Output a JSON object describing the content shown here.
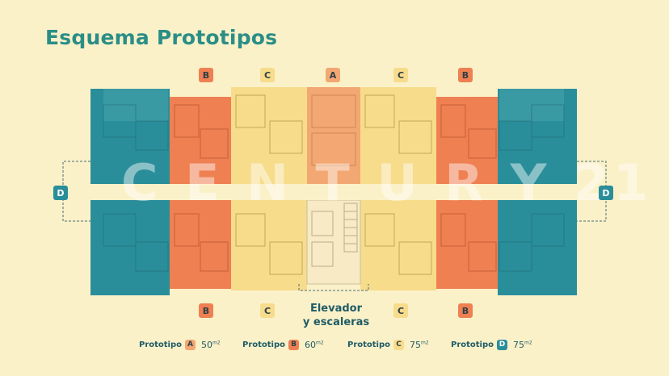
{
  "title": "Esquema Prototipos",
  "badges": {
    "top": [
      "B",
      "C",
      "A",
      "C",
      "B"
    ],
    "bottom": [
      "B",
      "C",
      "C",
      "B"
    ],
    "sides": [
      "D",
      "D"
    ]
  },
  "core_label": {
    "line1": "Elevador",
    "line2": "y escaleras"
  },
  "legend": [
    {
      "prefix": "Prototipo",
      "letter": "A",
      "area": "50",
      "unit": "m2"
    },
    {
      "prefix": "Prototipo",
      "letter": "B",
      "area": "60",
      "unit": "m2"
    },
    {
      "prefix": "Prototipo",
      "letter": "C",
      "area": "75",
      "unit": "m2"
    },
    {
      "prefix": "Prototipo",
      "letter": "D",
      "area": "75",
      "unit": "m2"
    }
  ],
  "colors": {
    "A": "#f3a772",
    "B": "#ee8052",
    "C": "#f7dc8c",
    "D": "#2a8e9a",
    "corridor": "#fbf1c9",
    "title": "#2a8e86"
  }
}
